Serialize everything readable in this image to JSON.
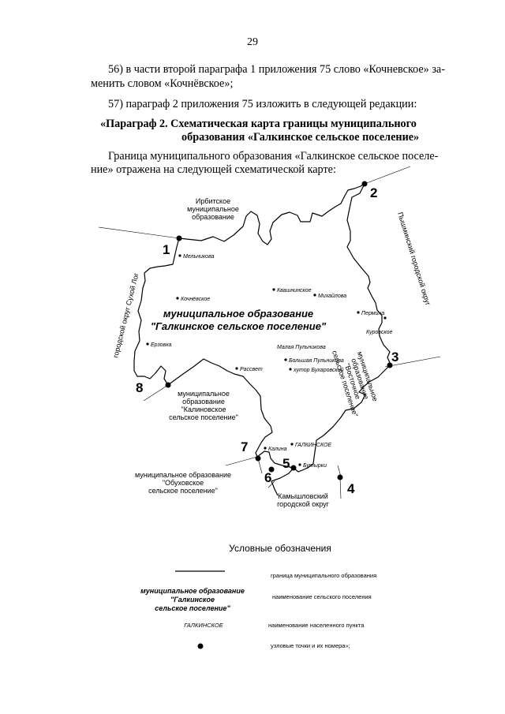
{
  "page": {
    "number": "29",
    "para56_line1": "56) в части второй параграфа 1 приложения 75 слово «Кочневское» за-",
    "para56_line2": "менить словом «Кочнёвское»;",
    "para57": "57) параграф 2 приложения 75 изложить в следующей редакции:",
    "heading_line1": "«Параграф 2. Схематическая карта границы муниципального",
    "heading_line2": "образования «Галкинское сельское поселение»",
    "intro_line1": "Граница муниципального образования «Галкинское сельское поселе-",
    "intro_line2": "ние» отражена на следующей схематической карте:"
  },
  "map": {
    "neighbor_north": [
      "Ирбитское",
      "муниципальное",
      "образование"
    ],
    "neighbor_east": "Пышминский городской округ",
    "neighbor_west": "городской округ Сухой Лог",
    "neighbor_southeast": [
      "муниципальное",
      "образование",
      "\"Восточное",
      "сельское поселение\""
    ],
    "neighbor_southwest": [
      "муниципальное",
      "образование",
      "\"Калиновское",
      "сельское поселение\""
    ],
    "neighbor_south": [
      "муниципальное образование",
      "\"Обуховское",
      "сельское поселение\""
    ],
    "neighbor_kamyshlov": [
      "Камышловский",
      "городской округ"
    ],
    "center_label": [
      "муниципальное образование",
      "\"Галкинское сельское поселение\""
    ],
    "nodes": [
      "1",
      "2",
      "3",
      "4",
      "5",
      "6",
      "7",
      "8"
    ],
    "settlements": {
      "melnikova": "Мельникова",
      "kvashninskoe": "Квашнинское",
      "mikhaylova": "Михайлова",
      "kochnevskoe": "Кочнёвское",
      "perminova": "Пермина",
      "kurovskoe": "Куровское",
      "ertsovka": "Ерзовка",
      "malaya": "Малая Пульникова",
      "bolshaya": "Большая Пульникова",
      "khutor": "хутор Бухаровский",
      "rassvet": "Рассвет",
      "kalina": "Калина",
      "galkinskoe": "ГАЛКИНСКОЕ",
      "butyrki": "Бутырки"
    }
  },
  "legend": {
    "title": "Условные обозначения",
    "row1_desc": "граница муниципального образования",
    "row2_sample": [
      "муниципальное образование",
      "\"Галкинское",
      "сельское поселение\""
    ],
    "row2_desc": "наименование сельского поселения",
    "row3_sample": "ГАЛКИНСКОЕ",
    "row3_desc": "наименование населенного пункта",
    "row4_desc": "узловые точки и их номера»;"
  }
}
